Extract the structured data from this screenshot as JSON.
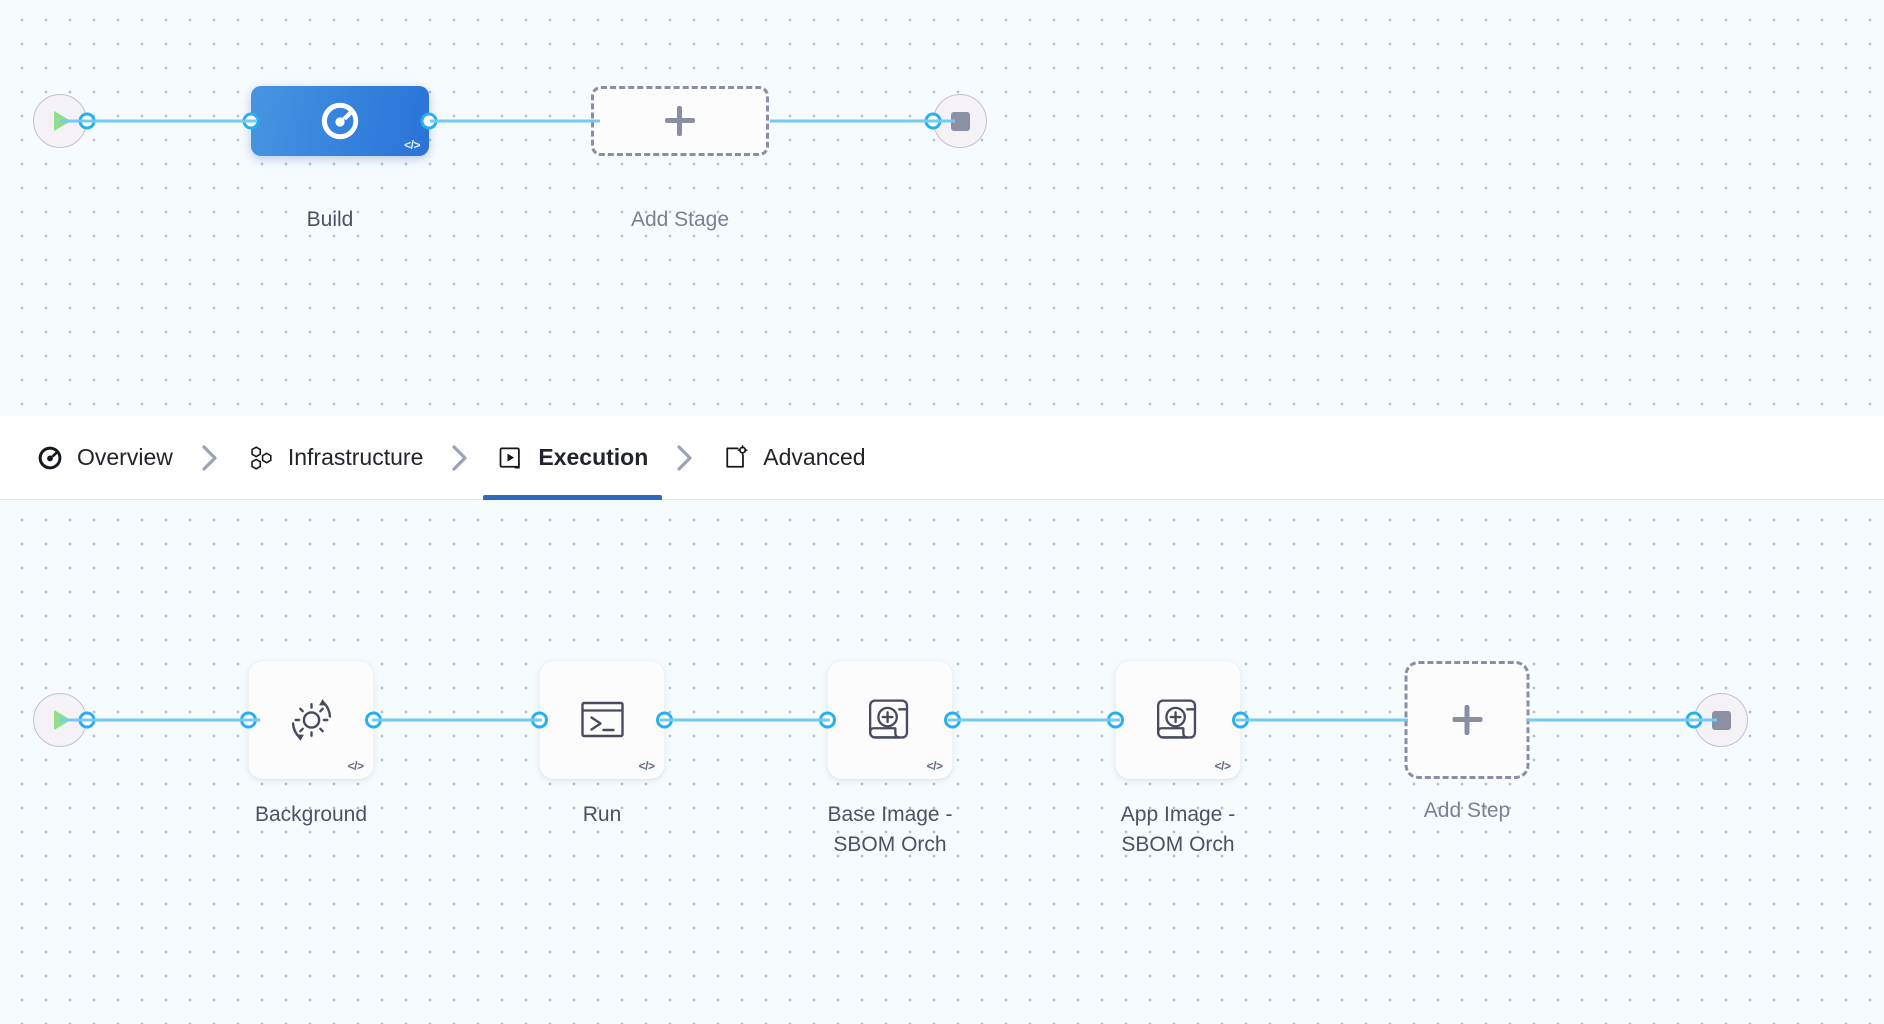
{
  "theme": {
    "canvas_bg": "#f6fbfe",
    "grid_dot": "#b6bfc9",
    "link": "#74c9f5",
    "port_ring": "#27b0ef",
    "stage_blue": "#3583dd",
    "accent_tab": "#2b6bbd",
    "play_green": "#8ee08a",
    "stop_gray": "#8b90a3",
    "dashed_border": "#8a8ea3",
    "label_text": "#4d5163"
  },
  "stage_row": {
    "start_node": {
      "name": "Pipeline Start",
      "icon": "play-icon"
    },
    "end_node": {
      "name": "Pipeline End",
      "icon": "stop-icon"
    },
    "stages": [
      {
        "label": "Build",
        "icon": "harness-ci-icon",
        "code_badge": "</>",
        "selected": true
      }
    ],
    "add_stage": {
      "label": "Add Stage",
      "icon": "plus-icon"
    }
  },
  "tabs": {
    "items": [
      {
        "label": "Overview",
        "icon": "overview-circle-icon",
        "active": false
      },
      {
        "label": "Infrastructure",
        "icon": "hexagons-icon",
        "active": false
      },
      {
        "label": "Execution",
        "icon": "play-box-icon",
        "active": true
      },
      {
        "label": "Advanced",
        "icon": "page-gear-icon",
        "active": false
      }
    ],
    "separator_icon": "chevron-right-icon"
  },
  "step_row": {
    "start_node": {
      "name": "Execution Start",
      "icon": "play-icon"
    },
    "end_node": {
      "name": "Execution End",
      "icon": "stop-icon"
    },
    "steps": [
      {
        "label": "Background",
        "icon": "gear-refresh-icon",
        "code_badge": "</>"
      },
      {
        "label": "Run",
        "icon": "terminal-icon",
        "code_badge": "</>"
      },
      {
        "label": "Base Image -\nSBOM Orch",
        "icon": "scroll-plus-icon",
        "code_badge": "</>"
      },
      {
        "label": "App Image -\nSBOM Orch",
        "icon": "scroll-plus-icon",
        "code_badge": "</>"
      }
    ],
    "add_step": {
      "label": "Add Step",
      "icon": "plus-icon"
    }
  }
}
